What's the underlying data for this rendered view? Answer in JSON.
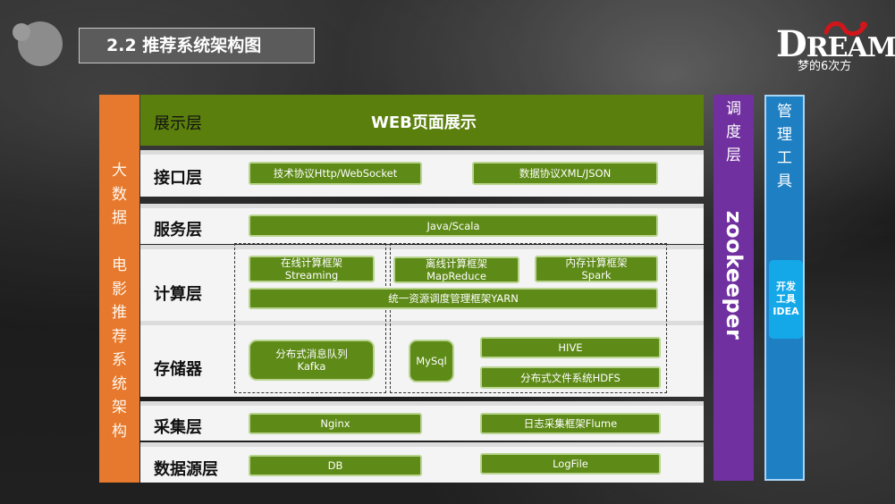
{
  "slide": {
    "title": "2.2  推荐系统架构图",
    "logo": {
      "brand_big": "D",
      "brand_rest": "REAM",
      "tagline": "梦的6次方"
    }
  },
  "left_sidebar": {
    "text": "大\n数\n据\n\n电\n影\n推\n荐\n系\n统\n架\n构"
  },
  "scheduler": {
    "title": "调\n度\n层",
    "name": "zookeeper"
  },
  "management": {
    "title": "管\n理\n工\n具",
    "tool": "开发\n工具\nIDEA"
  },
  "layers": {
    "display": {
      "label": "展示层",
      "content": "WEB页面展示"
    },
    "interface": {
      "label": "接口层",
      "items": [
        "技术协议Http/WebSocket",
        "数据协议XML/JSON"
      ]
    },
    "service": {
      "label": "服务层",
      "items": [
        "Java/Scala"
      ]
    },
    "compute": {
      "label": "计算层",
      "items": [
        "在线计算框架\nStreaming",
        "离线计算框架\nMapReduce",
        "内存计算框架\nSpark"
      ],
      "yarn": "统一资源调度管理框架YARN"
    },
    "storage": {
      "label": "存储器",
      "items": [
        "分布式消息队列\nKafka",
        "MySql",
        "HIVE",
        "分布式文件系统HDFS"
      ]
    },
    "collect": {
      "label": "采集层",
      "items": [
        "Nginx",
        "日志采集框架Flume"
      ]
    },
    "datasource": {
      "label": "数据源层",
      "items": [
        "DB",
        "LogFile"
      ]
    }
  },
  "colors": {
    "orange": "#e6792d",
    "purple": "#7030a0",
    "blue": "#1f7fc3",
    "green": "#5e8a17",
    "layer_bg": "#f4f4f4",
    "title_bg": "#5b5b5b"
  }
}
